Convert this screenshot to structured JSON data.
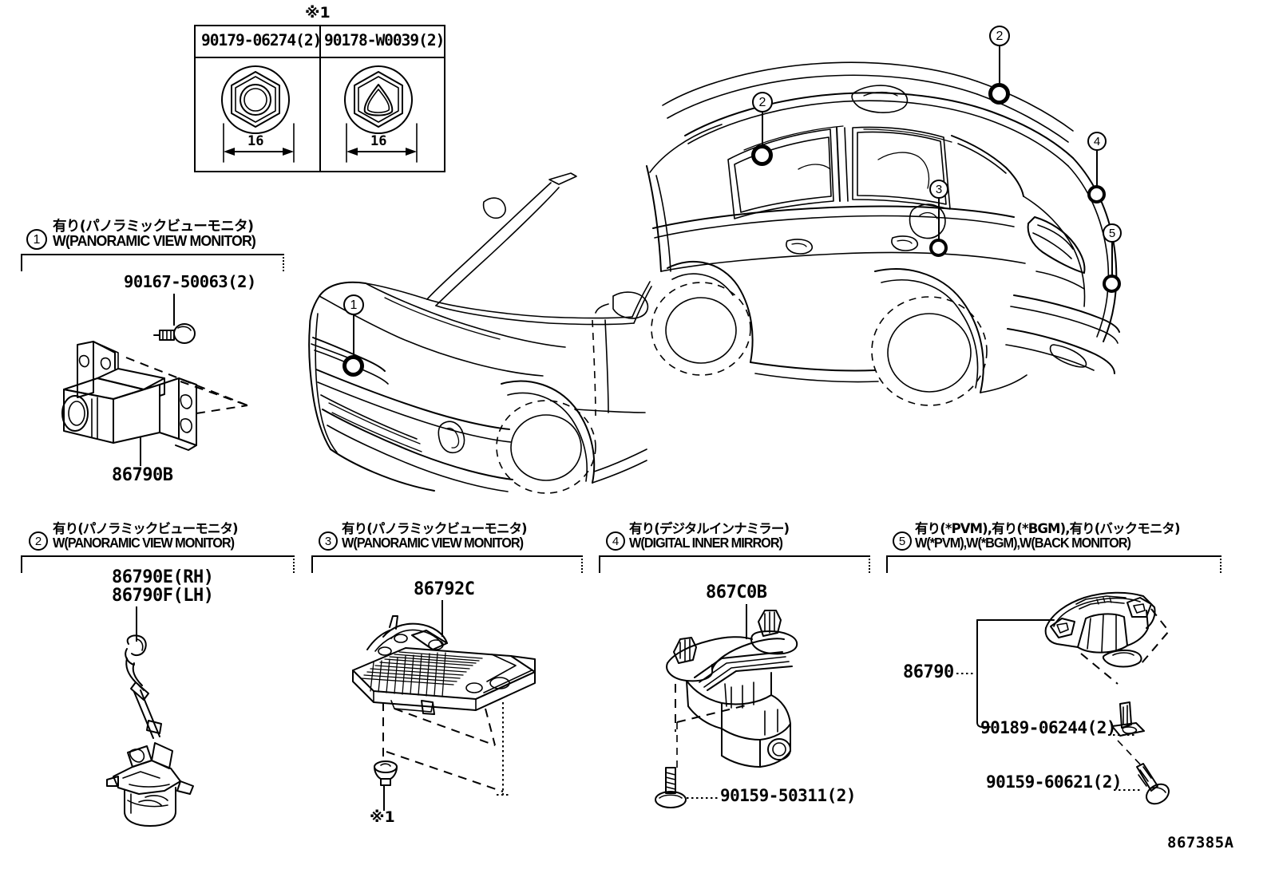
{
  "diagram": {
    "code": "867385A",
    "note_marker_top": "※1",
    "note_marker_panel3": "※1"
  },
  "reference_table": {
    "marker": "※1",
    "columns": [
      {
        "part_number": "90179-06274(2)",
        "dimension": "16",
        "fastener": "hex-nut-round-hole"
      },
      {
        "part_number": "90178-W0039(2)",
        "dimension": "16",
        "fastener": "hex-nut-triangular-hole"
      }
    ]
  },
  "vehicle_front_view": {
    "callouts": [
      {
        "number": "1"
      }
    ]
  },
  "vehicle_side_view": {
    "callouts": [
      {
        "number": "2"
      },
      {
        "number": "2"
      },
      {
        "number": "3"
      },
      {
        "number": "4"
      },
      {
        "number": "5"
      }
    ]
  },
  "groups": [
    {
      "number": "1",
      "jp": "有り(パノラミックビューモニタ)",
      "en": "W(PANORAMIC VIEW MONITOR)",
      "parts": [
        {
          "label": "90167-50063(2)",
          "kind": "screw"
        },
        {
          "label": "86790B",
          "kind": "camera-assembly"
        }
      ]
    },
    {
      "number": "2",
      "jp": "有り(パノラミックビューモニタ)",
      "en": "W(PANORAMIC VIEW MONITOR)",
      "parts": [
        {
          "label": "86790E(RH)",
          "kind": "side-camera"
        },
        {
          "label": "86790F(LH)",
          "kind": "side-camera"
        }
      ]
    },
    {
      "number": "3",
      "jp": "有り(パノラミックビューモニタ)",
      "en": "W(PANORAMIC VIEW MONITOR)",
      "parts": [
        {
          "label": "86792C",
          "kind": "ecu-module"
        },
        {
          "label": "※1",
          "kind": "note-ref"
        }
      ]
    },
    {
      "number": "4",
      "jp": "有り(デジタルインナミラー)",
      "en": "W(DIGITAL INNER MIRROR)",
      "parts": [
        {
          "label": "867C0B",
          "kind": "mirror-camera-bracket"
        },
        {
          "label": "90159-50311(2)",
          "kind": "screw"
        }
      ]
    },
    {
      "number": "5",
      "jp": "有り(*PVM),有り(*BGM),有り(バックモニタ)",
      "en": "W(*PVM),W(*BGM),W(BACK MONITOR)",
      "parts": [
        {
          "label": "86790",
          "kind": "rear-camera"
        },
        {
          "label": "90189-06244(2)",
          "kind": "clip"
        },
        {
          "label": "90159-60621(2)",
          "kind": "screw"
        }
      ]
    }
  ]
}
